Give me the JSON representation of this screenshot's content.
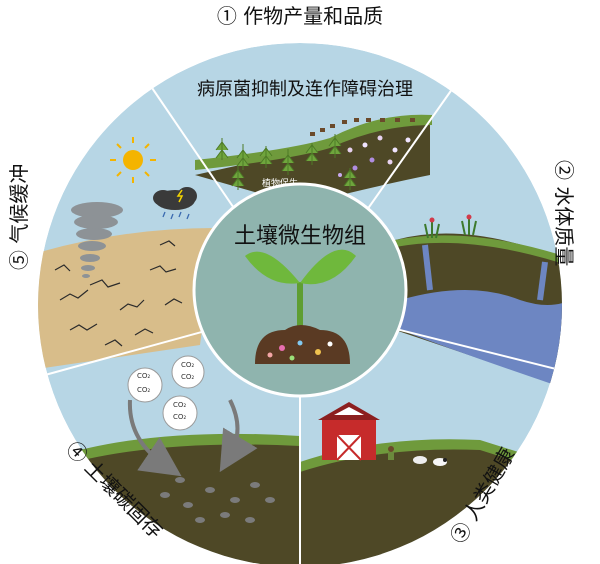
{
  "center": {
    "title": "土壤微生物组"
  },
  "outer_labels": {
    "top": "① 作物产量和品质",
    "right": "② 水体质量",
    "bottom_right": "③ 人类健康",
    "bottom_left": "④ 土壤碳固存",
    "left": "⑤ 气候缓冲"
  },
  "segments": {
    "top_title": "病原菌抑制及连作障碍治理",
    "plant_promotion": "植物促生"
  },
  "co2": {
    "label": "CO₂"
  },
  "colors": {
    "sky": "#b7d6e5",
    "center_fill": "#8fb4ae",
    "soil_dark": "#4e4826",
    "grass": "#6f9a3c",
    "water": "#6d86c2",
    "dry_soil": "#d8bd8a",
    "barn_red": "#c62b2b"
  }
}
